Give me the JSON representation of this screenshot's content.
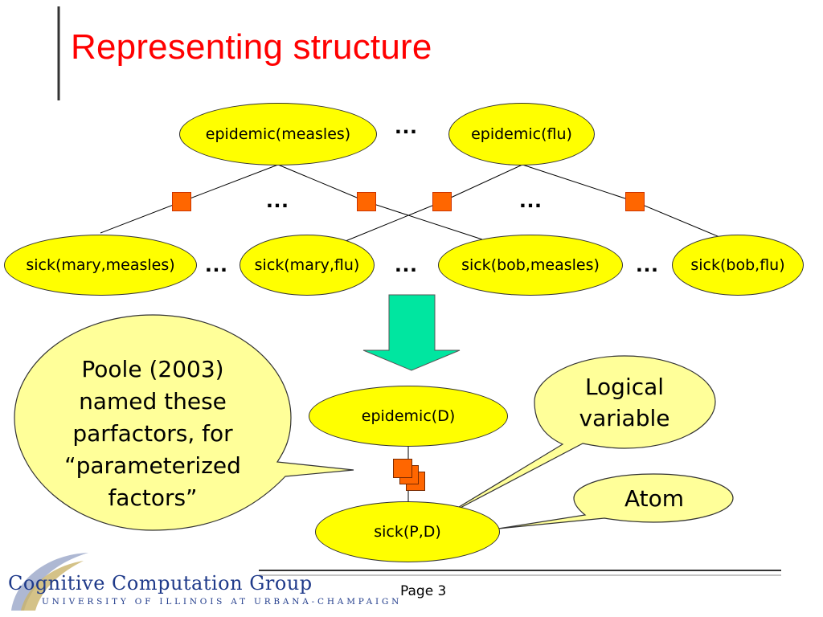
{
  "slide": {
    "title": "Representing structure",
    "page_label": "Page 3"
  },
  "top_row": {
    "epidemic_measles": "epidemic(measles)",
    "epidemic_flu": "epidemic(flu)",
    "ellipsis_top": "…"
  },
  "factor_row": {
    "ellipsis_left": "…",
    "ellipsis_right": "…"
  },
  "bottom_row": {
    "sick_mary_measles": "sick(mary,measles)",
    "sick_mary_flu": "sick(mary,flu)",
    "sick_bob_measles": "sick(bob,measles)",
    "sick_bob_flu": "sick(bob,flu)",
    "ellipsis_1": "…",
    "ellipsis_2": "…",
    "ellipsis_3": "…"
  },
  "lifted": {
    "epidemic_D": "epidemic(D)",
    "sick_PD": "sick(P,D)"
  },
  "callouts": {
    "poole_lines": [
      "Poole (2003)",
      "named these",
      "parfactors, for",
      "“parameterized",
      "factors”"
    ],
    "logical_variable_lines": [
      "Logical",
      "variable"
    ],
    "atom": "Atom"
  },
  "logo": {
    "main": "Cognitive Computation Group",
    "sub": "UNIVERSITY OF ILLINOIS AT URBANA-CHAMPAIGN"
  },
  "colors": {
    "title": "#ff0000",
    "node_fill": "#ffff00",
    "factor_fill": "#ff6600",
    "callout_fill": "#ffff99",
    "arrow_fill": "#00e6a0",
    "logo": "#1f3a8a"
  }
}
